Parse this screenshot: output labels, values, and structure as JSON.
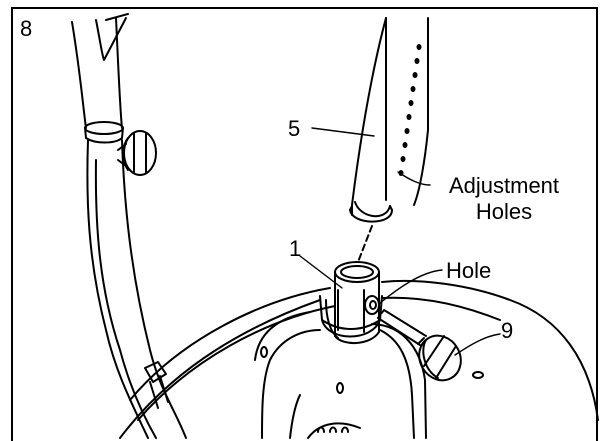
{
  "step_number": "8",
  "callouts": {
    "part_5": "5",
    "part_1": "1",
    "part_9": "9",
    "adjustment_holes_line1": "Adjustment",
    "adjustment_holes_line2": "Holes",
    "hole": "Hole"
  }
}
